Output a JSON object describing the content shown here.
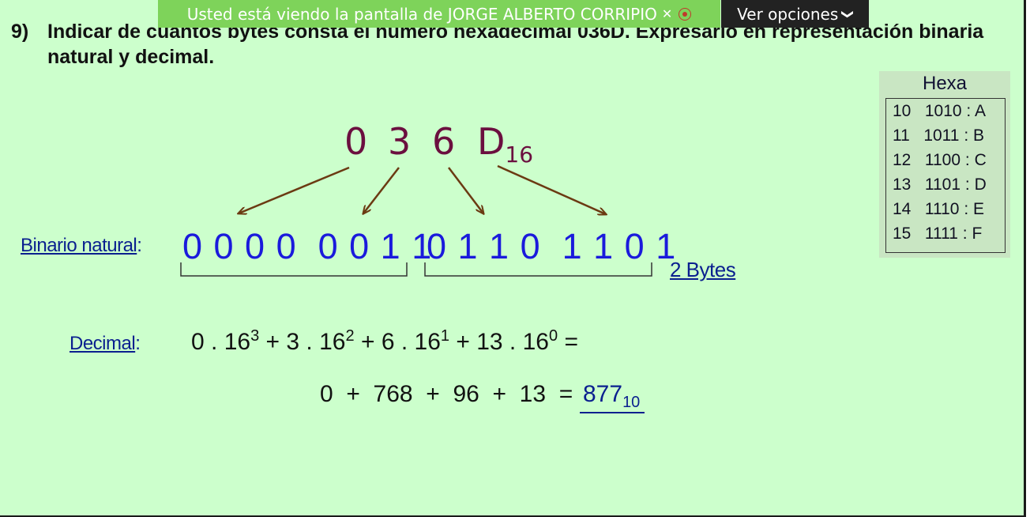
{
  "banner": {
    "text": "Usted está viendo la pantalla de JORGE ALBERTO CORRIPIO",
    "mic_icon": "mic-off-icon",
    "record_icon": "record-icon",
    "options_label": "Ver opciones",
    "chevron_icon": "chevron-down-icon"
  },
  "question": {
    "number": "9)",
    "line1": "Indicar de cuantos bytes consta el número hexadecimal 036D. Expresarlo en representación binaria",
    "line2": "natural y decimal."
  },
  "hex_number": {
    "digits": [
      "0",
      "3",
      "6",
      "D"
    ],
    "base": "16"
  },
  "binary": {
    "label": "Binario natural",
    "suffix": ":",
    "byte1": "0 0 0 0  0 0 1 1",
    "byte2": "0 1 1 0  1 1 0 1",
    "bytes_label": "2  Bytes"
  },
  "decimal": {
    "label": "Decimal",
    "suffix": ":",
    "terms": [
      {
        "coef": "0",
        "base": "16",
        "exp": "3"
      },
      {
        "coef": "3",
        "base": "16",
        "exp": "2"
      },
      {
        "coef": "6",
        "base": "16",
        "exp": "1"
      },
      {
        "coef": "13",
        "base": "16",
        "exp": "0"
      }
    ],
    "sum_line": "0  +  768  +  96  +  13  =",
    "result": "877",
    "result_base": "10"
  },
  "hexa_table": {
    "title": "Hexa",
    "rows": [
      {
        "dec": "10",
        "bin": "1010",
        "hex": "A"
      },
      {
        "dec": "11",
        "bin": "1011",
        "hex": "B"
      },
      {
        "dec": "12",
        "bin": "1100",
        "hex": "C"
      },
      {
        "dec": "13",
        "bin": "1101",
        "hex": "D"
      },
      {
        "dec": "14",
        "bin": "1110",
        "hex": "E"
      },
      {
        "dec": "15",
        "bin": "1111",
        "hex": "F"
      }
    ]
  },
  "colors": {
    "background": "#ccffcc",
    "banner": "#7ed35a",
    "hex_digits": "#6b0f3f",
    "binary_digits": "#1a1adc",
    "labels": "#0a1f8f",
    "arrows": "#6b3a12"
  }
}
